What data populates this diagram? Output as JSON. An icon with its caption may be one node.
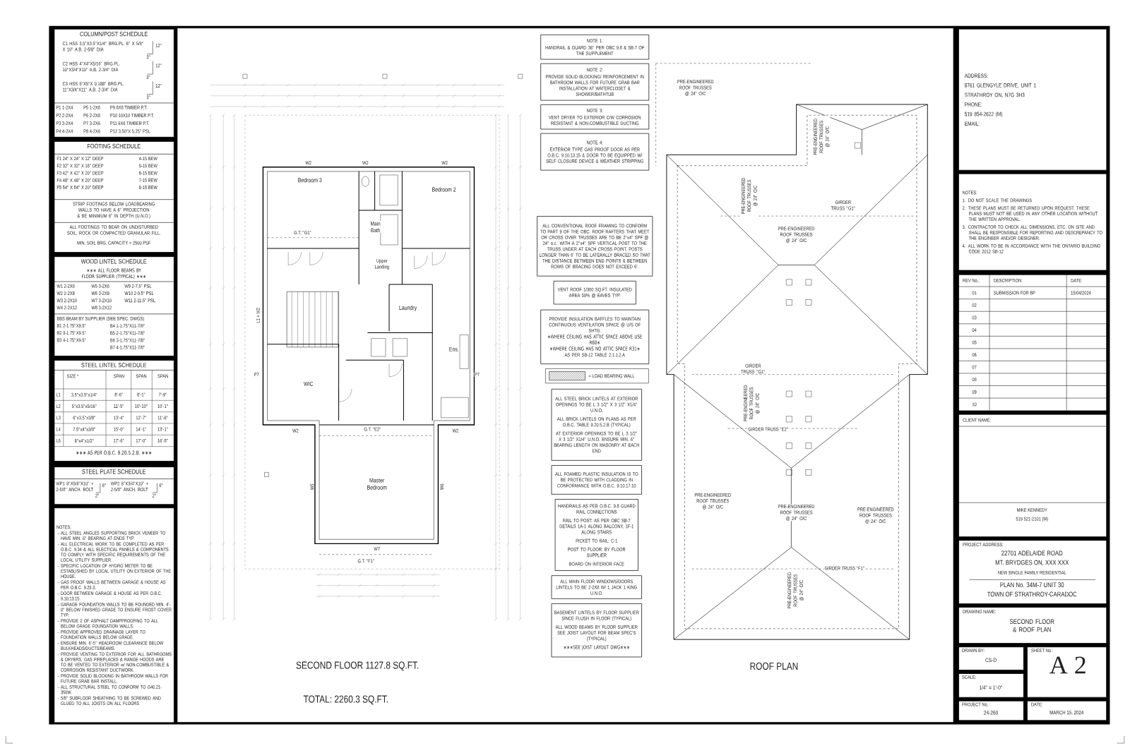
{
  "diagram": {
    "nodes": [
      {
        "text": [
          "COLUMN/POST SCHEDULE",
          "C1 HSS 3.5\"X3.5\"X1/4\" BRG.PL. 6\" X 5/8\" X 10\" A.B. 2-5/8\" DIA",
          "C2 HSS 4\"X4\"X5/16\" BRG.PL. 10\"X3/4\"X10\" A.B. 2-3/4\" DIA",
          "C3 HSS 5\"X5\"X 0.188\" BRG.PL. 11\"X3/4\"X11\" A.B. 2-3/4\" DIA",
          "P1 1-2X4",
          "P5 1-2X6",
          "P9 8X8 TIMBER P.T.",
          "P2 2-2X4",
          "P6 2-2X6",
          "P10 10X10 TIMBER P.T.",
          "P3 3-2X4",
          "P7 3-2X6",
          "P11 6X6 TIMBER P.T.",
          "P4 4-2X4",
          "P8 4-2X6",
          "P12 3.50\"X 5.25\" PSL"
        ]
      },
      {
        "text": [
          "FOOTING SCHEDULE",
          "F1 24\" X 24\" X 12\" DEEP",
          "4-15 BEW",
          "F2 32\" X 32\" X 16\" DEEP",
          "5-15 BEW",
          "F3 42\" X 42\" X 20\" DEEP",
          "6-15 BEW",
          "F4 48\" X 48\" X 20\" DEEP",
          "7-15 BEW",
          "F5 54\" X 54\" X 20\" DEEP",
          "8-15 BEW",
          "STRIP FOOTINGS BELOW LOADBEARING WALLS TO HAVE A 6\" PROJECTION & BE MINIMUM 6\" IN DEPTH (U.N.O.)",
          "ALL FOOTINGS TO BEAR ON UNDISTURBED SOIL, ROCK OR COMPACTED GRANULAR FILL.",
          "MIN. SOIL BRG. CAPACITY = 2500 PSF"
        ]
      },
      {
        "text": [
          "WOOD LINTEL SCHEDULE",
          "∗∗∗ ALL FLOOR BEAMS BY FLOOR SUPPLIER (TYPICAL) ∗∗∗",
          "W1 2-2X6",
          "W5 3-2X6",
          "W9 2-7.5\" PSL",
          "W2 2-2X8",
          "W6 3-2X8",
          "W10 2-9.5\" PSL",
          "W3 2-2X10",
          "W7 3-2X10",
          "W11 2-11.5\" PSL",
          "W4 2-2X12",
          "W8 3-2X12",
          "BBS BEAM BY SUPPLIER (SEE SPEC. DWGS)",
          "B1 2-1.75\"X9.5\"",
          "B4 1-1.75\"X11-7/8\"",
          "B2 3-1.75\"X9.5\"",
          "B5 2-1.75\"X11-7/8\"",
          "B3 4-1.75\"X9.5\"",
          "B6 3-1.75\"X11-7/8\"",
          "B7 4-1.75\"X11-7/8\""
        ]
      },
      {
        "text": [
          "STEEL LINTEL SCHEDULE",
          "∗∗∗ AS PER O.B.C. 9.20.5.2.B. ∗∗∗"
        ]
      },
      {
        "text": [
          "STEEL PLATE SCHEDULE",
          "WP1 8\"X5/8\"X10\" + 2-5/8\" ANCH. BOLT",
          "WP2 8\"X3/4\"X10\" + 2-5/8\" ANCH. BOLT"
        ]
      },
      {
        "text": [
          "NOTES:",
          "ALL STEEL ANGLES SUPPORTING BRICK VENEER TO HAVE MIN. 6\" BEARING AT ENDS TYP.",
          "ALL ELECTRICAL WORK TO BE COMPLETED AS PER O.B.C. 9.34 & ALL ELECTICAL PANELS & COMPONENTS TO COMPLY WITH SPECIFIC REQUIREMENTS OF THE LOCAL UTILITY SUPPLIER.",
          "SPECIFIC LOCATION OF HYDRO METER TO BE ESTABLISHED BY LOCAL UTILITY ON EXTERIOR OF THE HOUSE.",
          "GAS PROOF WALLS BETWEEN GARAGE & HOUSE AS PER O.B.C. 9.25.3.",
          "DOOR BETWEEN GARAGE & HOUSE AS PER O.B.C. 9.10.13.15.",
          "GARAGE FOUNDATION WALLS TO BE FOUNDED MIN. 4'-0\" BELOW FINISHED GRADE TO ENSURE FROST COVER TYP.",
          "PROVIDE 2 OF ASPHALT DAMPPROOFING TO ALL BELOW GRADE FOUNDATION WALLS.",
          "PROVIDE APPROVED DRAINAGE LAYER TO FOUNDATION WALLS BELOW GRADE.",
          "ENSURE MIN. 6'-5\" HEADROOM CLEARANCE BELOW BULKHEADS/DUCTS/BEAMS.",
          "PROVIDE VENTING TO EXTERIOR FOR ALL BATHROOMS & DRYERS. GAS FIREPLACES & RANGE HOODS ARE TO BE VENTED TO EXTERIOR w/ NON-COMBUSTIBLE & CORROSION RESISTANT DUCTWORK.",
          "PROVIDE SOLID BLOCKING IN BATHROOM WALLS FOR FUTURE GRAB BAR INSTALL.",
          "ALL STRUCTURAL STEEL TO CONFORM TO G40.21-350W.",
          "5/8\" SUBFLOOR SHEATHING TO BE SCREWED AND GLUED TO ALL JOISTS ON ALL FLOORS"
        ]
      },
      {
        "text": [
          "NOTE 1:",
          "HANDRAIL & GUARD 36\" PER OBC 9.8 & SB-7 OF THE SUPPLEMENT"
        ]
      },
      {
        "text": [
          "NOTE 2:",
          "PROVIDE SOLID BLOCKING/ REINFORCEMENT IN BATHROOM WALLS FOR FUTURE GRAB BAR INSTALLATION AT WATERCLOSET & SHOWER/BATHTUB"
        ]
      },
      {
        "text": [
          "NOTE 3:",
          "VENT DRYER TO EXTERIOR C/W CORROSION RESISTANT & NON-COMBUSTIBLE DUCTING"
        ]
      },
      {
        "text": [
          "NOTE 4:",
          "EXTERIOR TYPE GAS PROOF DOOR AS PER O.B.C. 9.10.13.15 & DOOR TO BE EQUIPPED W/ SELF CLOSURE DEVICE & WEATHER STRIPPING"
        ]
      },
      {
        "text": [
          "ALL CONVENTIONAL ROOF FRAMING TO CONFORM TO PART 9 OF THE OBC. ROOF RAFTERS THAT MEET OR CROSS OVER TRUSSES ARE TO BE 2\"x4\" SPF @ 24\" o.c. WITH A 2\"x4\" SPF VERTICAL POST TO THE TRUSS UNDER AT EACH CROSS POINT. POSTS LONGER THAN 6' TO BE LATERALLY BRACED SO THAT THE DISTANCE BETWEEN END POINTS & BETWEEN ROWS OF BRACING DOES NOT EXCEED 6'."
        ]
      },
      {
        "text": [
          "VENT ROOF 1/300 SQ.FT. INSULATED AREA 50% @ EAVES TYP."
        ]
      },
      {
        "text": [
          "PROVIDE INSULATION BAFFLES TO MAINTAIN CONTINUOUS VENTILATION SPACE @ U/S OF SHTG.",
          "∗WHERE CEILING HAS ATTIC SPACE ABOVE USE R60∗",
          "∗WHERE CEILING HAS NO ATTIC SPACE R31∗",
          "AS PER SB-12 TABLE 2.1.1.2.A"
        ]
      },
      {
        "text": [
          "ALL STEEL BRICK LINTELS AT EXTERIOR OPENINGS TO BE L 3 1/2\" X 3 1/2\" X1/4\" U.N.O.",
          "ALL BRICK LINTELS ON PLANS AS PER O.B.C. TABLE 9.20.5.2.B (TYPICAL)",
          "AT EXTERIOR OPENINGS TO BE L 3 1/2\" X 3 1/2\" X1/4\" U.N.O. ENSURE MIN. 6\" BEARING LENGTH ON MASONRY AT EACH END"
        ]
      },
      {
        "text": [
          "ALL FOAMED PLASTIC INSULATION IS TO BE PROTECTED WITH CLADDING IN CONFORMANCE WITH O.B.C. 9.10.17.10"
        ]
      },
      {
        "text": [
          "HANDRAILS AS PER O.B.C. 9.8 GUARD RAIL CONNECTIONS",
          "RAIL TO POST: AS PER OBC SB-7 DETAILS 1A-1 ALONG BALCONY, 1F-1 ALONG STAIRS",
          "PICKET TO RAIL: C-1",
          "POST TO FLOOR: BY FLOOR SUPPLIER",
          "BOARD ON INTERIOR FACE"
        ]
      },
      {
        "text": [
          "ALL MAIN FLOOR WINDOWS/DOORS LINTELS TO BE 2-2X8 W/ 1 JACK 1 KING U.N.O."
        ]
      },
      {
        "text": [
          "BASEMENT LINTELS BY FLOOR SUPPLIER SINCE FLUSH IN FLOOR (TYPICAL)",
          "ALL WOOD BEAMS BY FLOOR SUPPLIER SEE JOIST LAYOUT FOR BEAM SPEC'S (TYPICAL)",
          "∗∗∗SEE JOIST LAYOUT DWG∗∗∗"
        ]
      },
      {
        "text": [
          "ADDRESS:",
          "8761 GLENGYLE DRIVE, UNIT 1",
          "STRATHROY ON, N7G 3H3",
          "PHONE:",
          "519 854-2622 (M)",
          "EMAIL:"
        ]
      },
      {
        "text": [
          "NOTES:",
          "1. DO NOT SCALE THE DRAWINGS",
          "2. THESE PLANS MUST BE RETURNED UPON REQUEST. THESE PLANS MUST NOT BE USED IN ANY OTHER LOCATION WITHOUT THE WRITTEN APPROVAL.",
          "3. CONTRACTOR TO CHECK ALL DIMENSIONS, ETC. ON SITE AND SHALL BE RESPONSIBLE FOR REPORTING AND DESCREPANCY TO THE ENGINEER AND/OR DESIGNER.",
          "4. ALL WORK TO BE IN ACCORDANCE WITH THE ONTARIO BUILDING CODE 2012 SB-12"
        ]
      },
      {
        "text": [
          "REV No.:",
          "DESCRIPTION:",
          "DATE:",
          "01",
          "SUBMISSION FOR BP",
          "15/04/2024",
          "02",
          "03",
          "04",
          "05",
          "06",
          "07",
          "08",
          "09",
          "10"
        ]
      },
      {
        "text": [
          "CLIENT NAME:",
          "MIKE KENNEDY",
          "519 521-2101 (M)"
        ]
      },
      {
        "text": [
          "PROJECT ADDRESS:",
          "22701 ADELAIDE ROAD",
          "MT. BRYDGES ON, XXX XXX",
          "NEW SINGLE FAMILY RESIDENTIAL",
          "PLAN No. 34M-7 UNIT 30",
          "TOWN OF STRATHROY-CARADOC"
        ]
      },
      {
        "text": [
          "DRAWING NAME:",
          "SECOND FLOOR & ROOF PLAN"
        ]
      },
      {
        "text": [
          "DRAWN BY:",
          "CS-D"
        ]
      },
      {
        "text": [
          "SCALE:",
          "1/4\" = 1'-0\""
        ]
      },
      {
        "text": [
          "PROJECT No.:",
          "24-260"
        ]
      },
      {
        "text": [
          "SHEET No.:",
          "A 2"
        ]
      },
      {
        "text": [
          "DATE:",
          "MARCH 15, 2024"
        ]
      }
    ],
    "labels": [
      "SIZE *",
      "SPAN",
      "SPAN",
      "SPAN",
      "L1",
      "3.5\"x3.5\"x1/4\"",
      "8'-6\"",
      "8'-1\"",
      "7'-9\"",
      "L2",
      "5\"x3.5\"x5/16\"",
      "11'-5\"",
      "10'-10\"",
      "10'-1\"",
      "L3",
      "6\"x3.5\"x3/8\"",
      "13'-4\"",
      "12'-7\"",
      "11'-8\"",
      "L4",
      "7.5\"x4\"x3/8\"",
      "15'-0\"",
      "14'-1\"",
      "13'-1\"",
      "L5",
      "8\"x4\"x1/2\"",
      "17'-6\"",
      "17'-0\"",
      "16'-8\"",
      "12\"",
      "3\"",
      "12\"",
      "3\"",
      "12\"",
      "3\"",
      "6\"",
      "2\"",
      "6\"",
      "2\"",
      "Bedroom 3",
      "Bedroom 2",
      "Main Bath",
      "Upper Landing",
      "Laundry",
      "Ens.",
      "WIC",
      "Master Bedroom",
      "G.T. \"G1\"",
      "G.T. \"E2\"",
      "G.T. \"F1\"",
      "W2",
      "W2",
      "W2",
      "W2",
      "W2",
      "W7",
      "L1 + W2",
      "W5",
      "W6",
      "P7",
      "P7",
      "PRE-ENGINEERED ROOF TRUSSES @ 24\" O/C",
      "PRE-ENGINEERED ROOF TRUSSES @ 24\" O/C",
      "GIRDER TRUSS \"G1\"",
      "GIRDER TRUSS \"G1\"",
      "GIRDER TRUSS \"E2\"",
      "PRE-ENGINEERED ROOF TRUSSES @ 24\" O/C",
      "PRE-ENGINEERED ROOF TRUSSES @ 24\" O/C",
      "PRE-ENGINEERED ROOF TRUSSES @ 24\" O/C",
      "GIRDER TRUSS \"F1\"",
      "PRE-ENGINEERED ROOF TRUSSES @ 24\" O/C",
      "PRE-ENGINEERED ROOF TRUSSES @ 24\" O/C",
      "PRE-ENGINEERED ROOF TRUSSES @ 24\" O/C",
      "PRE-ENGINEERED ROOF TRUSSES @ 24\" O/C",
      "SECOND FLOOR 1127.8 SQ.FT.",
      "TOTAL: 2260.3 SQ.FT.",
      "ROOF PLAN"
    ],
    "legend": [
      {
        "text": "= LOAD BEARING WALL"
      }
    ]
  }
}
